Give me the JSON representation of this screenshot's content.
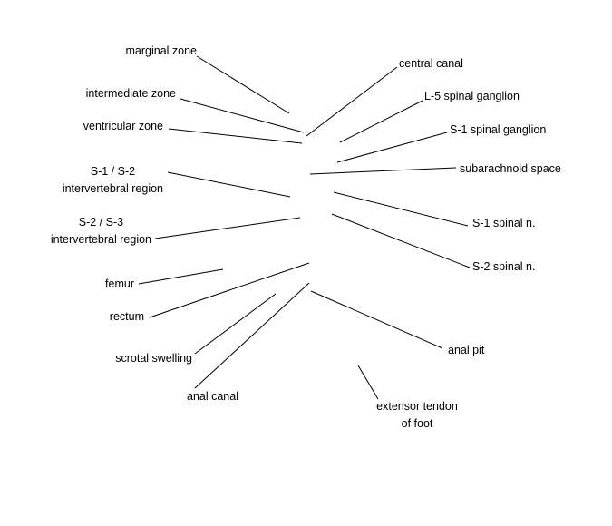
{
  "labels": {
    "marginal_zone": "marginal zone",
    "intermediate_zone": "intermediate zone",
    "ventricular_zone": "ventricular zone",
    "s1_s2_region": "S-1 / S-2\nintervertebral region",
    "s2_s3_region": "S-2 / S-3\nintervertebral region",
    "femur": "femur",
    "rectum": "rectum",
    "scrotal_swelling": "scrotal swelling",
    "anal_canal": "anal canal",
    "central_canal": "central canal",
    "l5_spinal_ganglion": "L-5 spinal ganglion",
    "s1_spinal_ganglion": "S-1 spinal ganglion",
    "subarachnoid_space": "subarachnoid space",
    "s1_spinal_n": "S-1 spinal n.",
    "s2_spinal_n": "S-2 spinal n.",
    "anal_pit": "anal pit",
    "extensor_tendon": "extensor tendon\nof foot"
  },
  "colors": {
    "background": "#ffffff",
    "line": "#000000",
    "text": "#000000"
  }
}
